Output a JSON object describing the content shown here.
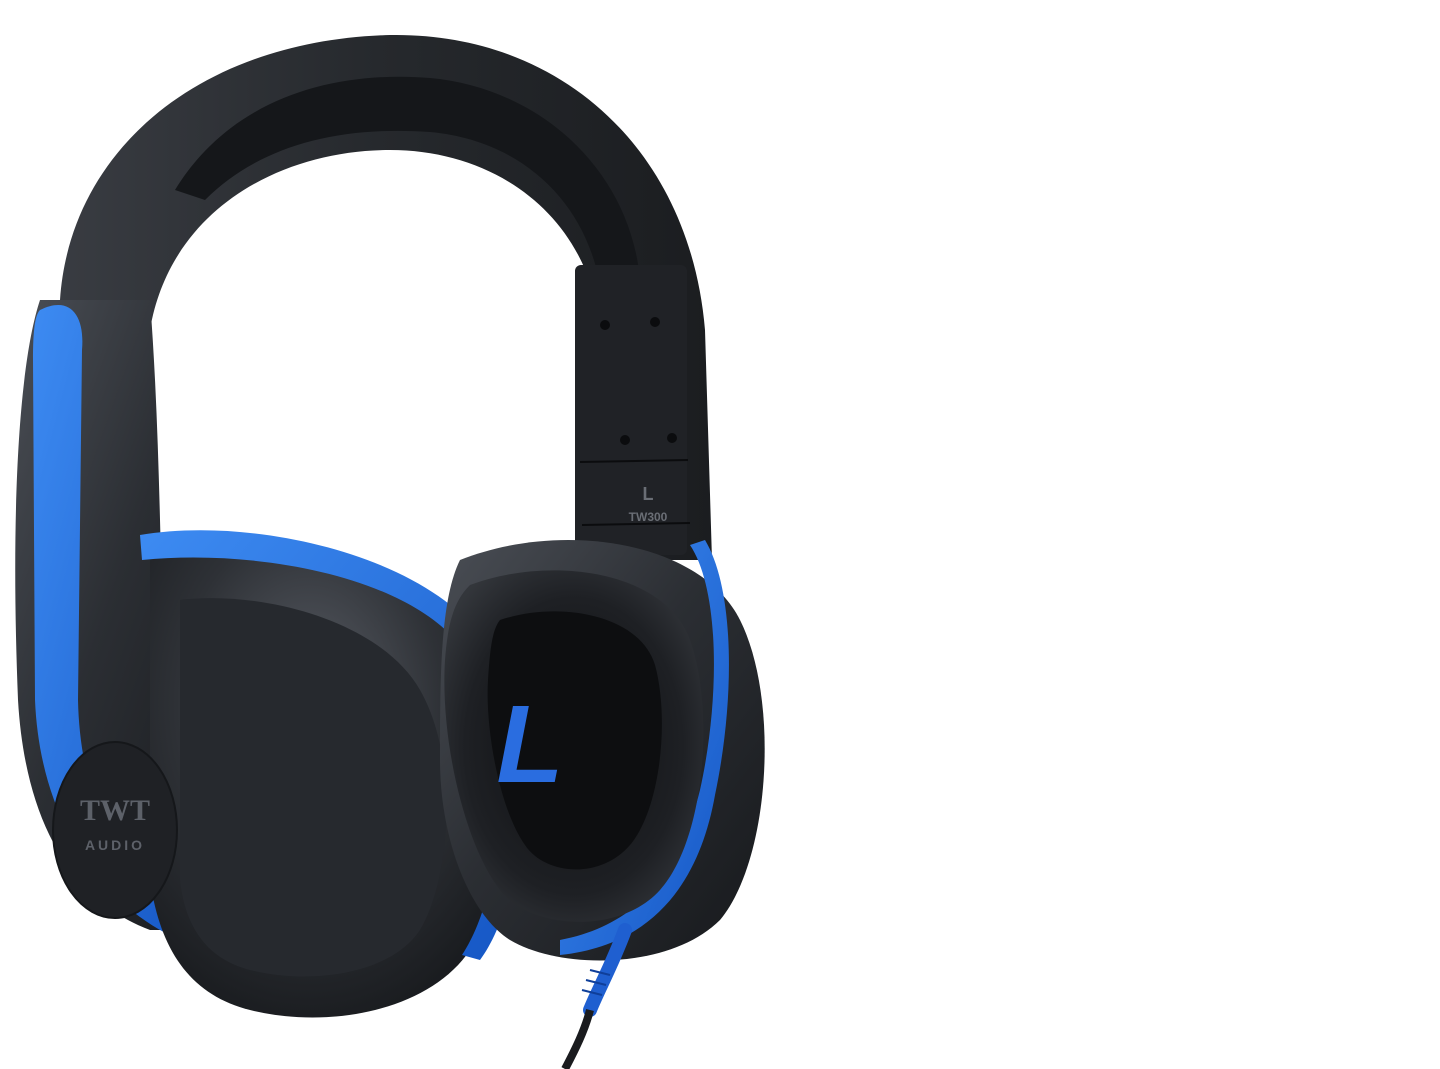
{
  "product": {
    "brand_logo_top": "TWT",
    "brand_logo_bottom": "AUDIO",
    "model_label": "TW300",
    "side_marker_band": "L",
    "side_marker_cushion": "L"
  },
  "colors": {
    "background": "#ffffff",
    "shell": "#2b2e33",
    "shell_dark": "#1d1f23",
    "accent_blue": "#1e6fe0",
    "cushion": "#222428"
  }
}
